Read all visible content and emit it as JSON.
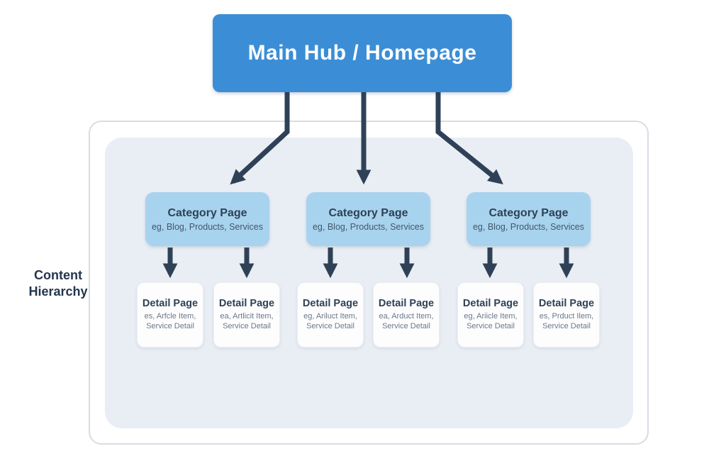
{
  "diagram": {
    "side_label": "Content Hierarchy",
    "main_hub": {
      "title": "Main Hub / Homepage"
    }
  },
  "categories": [
    {
      "title": "Category Page",
      "subtitle": "eg, Blog, Products, Services"
    },
    {
      "title": "Category Page",
      "subtitle": "eg, Blog, Products, Services"
    },
    {
      "title": "Category Page",
      "subtitle": "eg, Blog, Products, Services"
    }
  ],
  "details": [
    {
      "title": "Detail Page",
      "subtitle": "es, Arfcle Item, Service Detail"
    },
    {
      "title": "Detail Page",
      "subtitle": "ea, Artlicit Item, Service Detail"
    },
    {
      "title": "Detail Page",
      "subtitle": "eg, Ariluct Item, Service Detail"
    },
    {
      "title": "Detail Page",
      "subtitle": "ea, Arduct Item, Service Detail"
    },
    {
      "title": "Detail Page",
      "subtitle": "eg, Ariicle Item, Service Detail"
    },
    {
      "title": "Detail Page",
      "subtitle": "es, Prduct Ilem, Service Detail"
    }
  ],
  "colors": {
    "page_bg": "#ffffff",
    "hub_fill": "#3b8ed6",
    "hub_text": "#ffffff",
    "category_fill": "#a8d3ee",
    "category_title": "#2e4157",
    "category_subtitle": "#44566b",
    "detail_fill": "#fdfdfe",
    "detail_border": "#ededf1",
    "detail_title": "#2e4157",
    "detail_subtitle": "#6b7888",
    "panel_fill": "#e9edf4",
    "container_border": "#d8dce4",
    "arrow": "#2e4157",
    "label_text": "#24364e"
  }
}
